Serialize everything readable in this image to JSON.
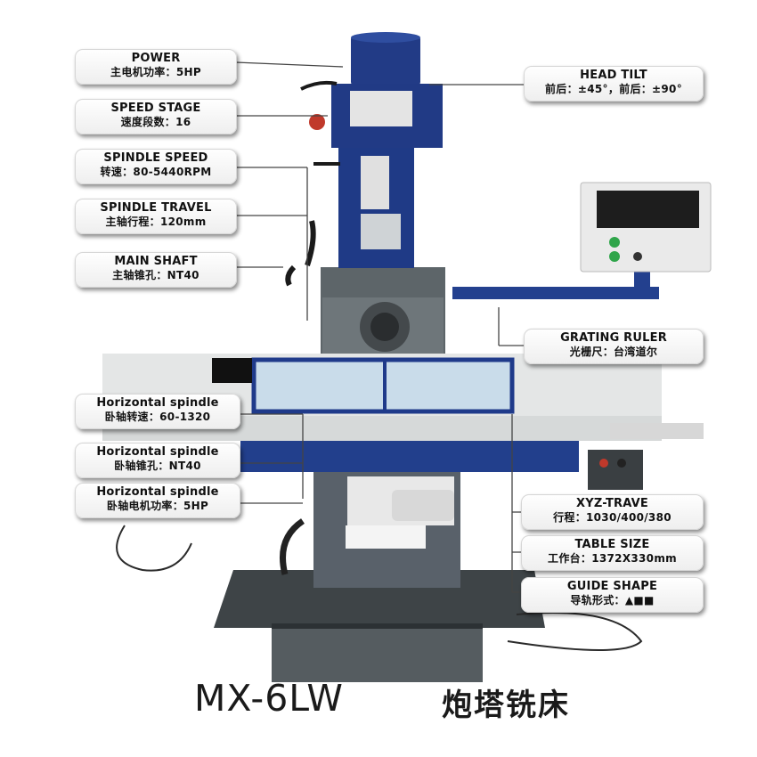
{
  "specs_left": [
    {
      "label": "POWER",
      "value": "主电机功率：5HP"
    },
    {
      "label": "SPEED STAGE",
      "value": "速度段数：16"
    },
    {
      "label": "SPINDLE SPEED",
      "value": "转速：80-5440RPM"
    },
    {
      "label": "SPINDLE TRAVEL",
      "value": "主轴行程：120mm"
    },
    {
      "label": "MAIN SHAFT",
      "value": "主轴锥孔：NT40"
    },
    {
      "label": "Horizontal spindle",
      "value": "卧轴转速：60-1320"
    },
    {
      "label": "Horizontal spindle",
      "value": "卧轴锥孔：NT40"
    },
    {
      "label": "Horizontal spindle",
      "value": "卧轴电机功率：5HP"
    }
  ],
  "specs_right": [
    {
      "label": "HEAD TILT",
      "value": "前后：±45°，前后：±90°"
    },
    {
      "label": "GRATING RULER",
      "value": "光栅尺：台湾道尔"
    },
    {
      "label": "XYZ-TRAVE",
      "value": "行程：1030/400/380"
    },
    {
      "label": "TABLE SIZE",
      "value": "工作台：1372X330mm"
    },
    {
      "label": "GUIDE SHAPE",
      "value": "导轨形式：▲■■"
    }
  ],
  "product": {
    "model": "MX-6LW",
    "name_cn": "炮塔铣床"
  },
  "colors": {
    "machine_blue": "#1f3a8a",
    "casting_gray": "#5a6268",
    "table_white": "#e9ecec"
  }
}
